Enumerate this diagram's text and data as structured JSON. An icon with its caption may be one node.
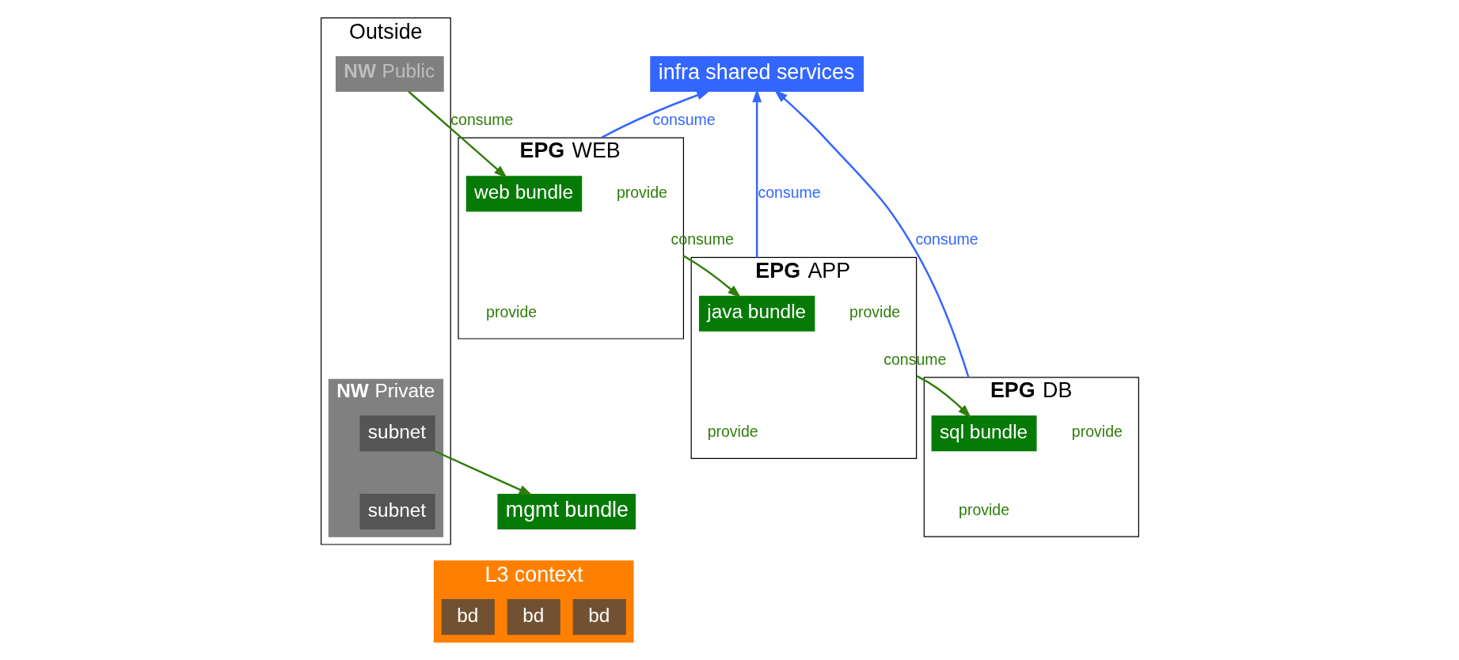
{
  "diagram": {
    "nodes": [
      {
        "text": [
          "infra shared services"
        ]
      },
      {
        "text": [
          "Outside"
        ]
      },
      {
        "text": [
          "**NW** Public"
        ],
        "in": 1
      },
      {
        "text": [
          "**NW** Private"
        ],
        "in": 1
      },
      {
        "text": [
          "subnet"
        ],
        "in": 3
      },
      {
        "text": [
          "subnet"
        ],
        "in": 3
      },
      {
        "text": [
          "**EPG** WEB"
        ]
      },
      {
        "text": [
          "web bundle"
        ],
        "in": 6,
        "beside": [
          "provide"
        ]
      },
      {
        "text": [
          "**EPG** APP"
        ]
      },
      {
        "text": [
          "java bundle"
        ],
        "in": 8,
        "beside": [
          "provide"
        ]
      },
      {
        "text": [
          "**EPG** DB"
        ]
      },
      {
        "text": [
          "sql bundle"
        ],
        "in": 10,
        "beside": [
          "provide"
        ]
      },
      {
        "text": [
          "mgmt bundle"
        ]
      },
      {
        "text": [
          "L3 context"
        ]
      },
      {
        "text": [
          "bd"
        ],
        "in": 13
      },
      {
        "text": [
          "bd"
        ],
        "in": 13
      },
      {
        "text": [
          "bd"
        ],
        "in": 13
      }
    ],
    "edges": [
      {
        "from": 6,
        "to": 0,
        "arrow": "to",
        "label": "consume",
        "color": "#3366ff"
      },
      {
        "from": 8,
        "to": 0,
        "arrow": "to",
        "label": "consume",
        "color": "#3366ff"
      },
      {
        "from": 10,
        "to": 0,
        "arrow": "to",
        "label": "consume",
        "color": "#3366ff"
      },
      {
        "from": 2,
        "to": 7,
        "arrow": "to",
        "label": "consume"
      },
      {
        "from": 6,
        "to": 9,
        "arrow": "to",
        "label": "consume"
      },
      {
        "from": 8,
        "to": 11,
        "arrow": "to",
        "label": "consume"
      },
      {
        "from": 4,
        "to": 12,
        "arrow": "to"
      }
    ],
    "labels": [
      "provide",
      "provide",
      "provide"
    ]
  }
}
